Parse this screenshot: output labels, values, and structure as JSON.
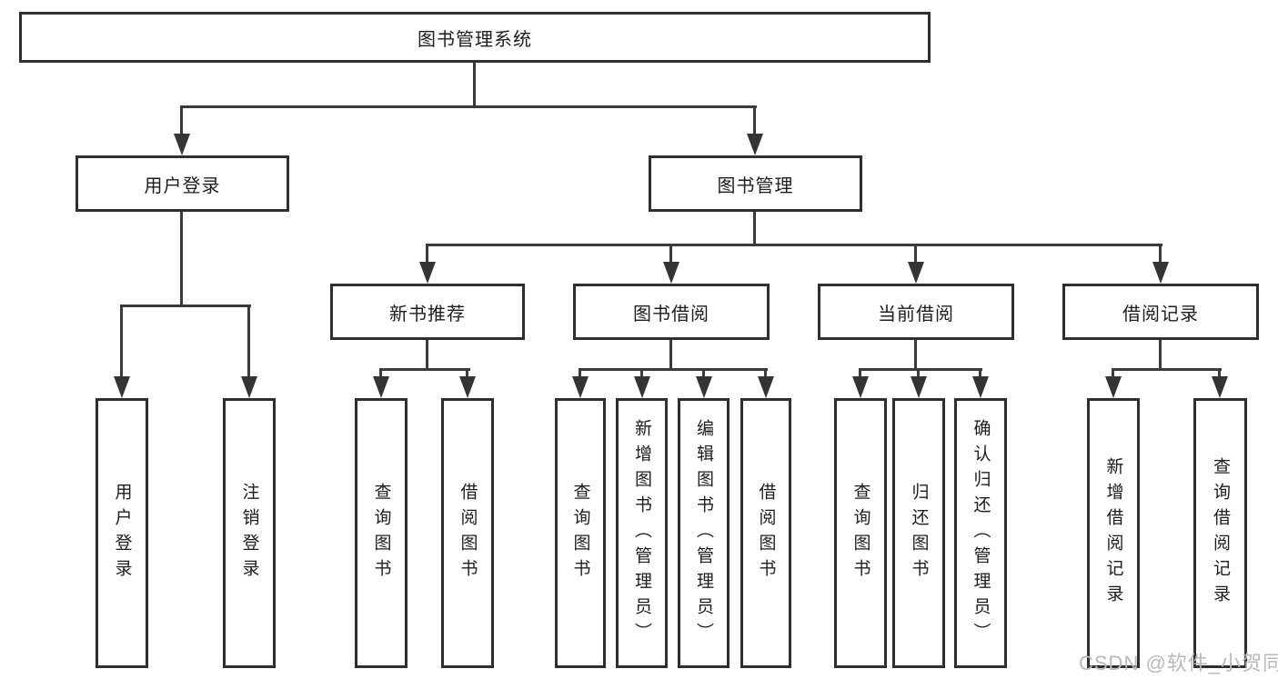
{
  "diagram": {
    "type": "tree",
    "root_label": "图书管理系统",
    "level2": [
      "用户登录",
      "图书管理"
    ],
    "level3": [
      "新书推荐",
      "图书借阅",
      "当前借阅",
      "借阅记录"
    ],
    "leaves": {
      "user_login": [
        "用户登录",
        "注销登录"
      ],
      "new_book": [
        "查询图书",
        "借阅图书"
      ],
      "book_borrow": [
        "查询图书",
        "新增图书（管理员）",
        "编辑图书（管理员）",
        "借阅图书"
      ],
      "current_borrow": [
        "查询图书",
        "归还图书",
        "确认归还（管理员）"
      ],
      "borrow_record": [
        "新增借阅记录",
        "查询借阅记录"
      ]
    }
  },
  "watermark": {
    "text": "CSDN @软件_小贺同学"
  },
  "colors": {
    "line": "#3a3a3a",
    "box_border": "#2f2f2f",
    "text": "#1d1d1d",
    "watermark": "#b9b9b9",
    "background": "#ffffff"
  }
}
